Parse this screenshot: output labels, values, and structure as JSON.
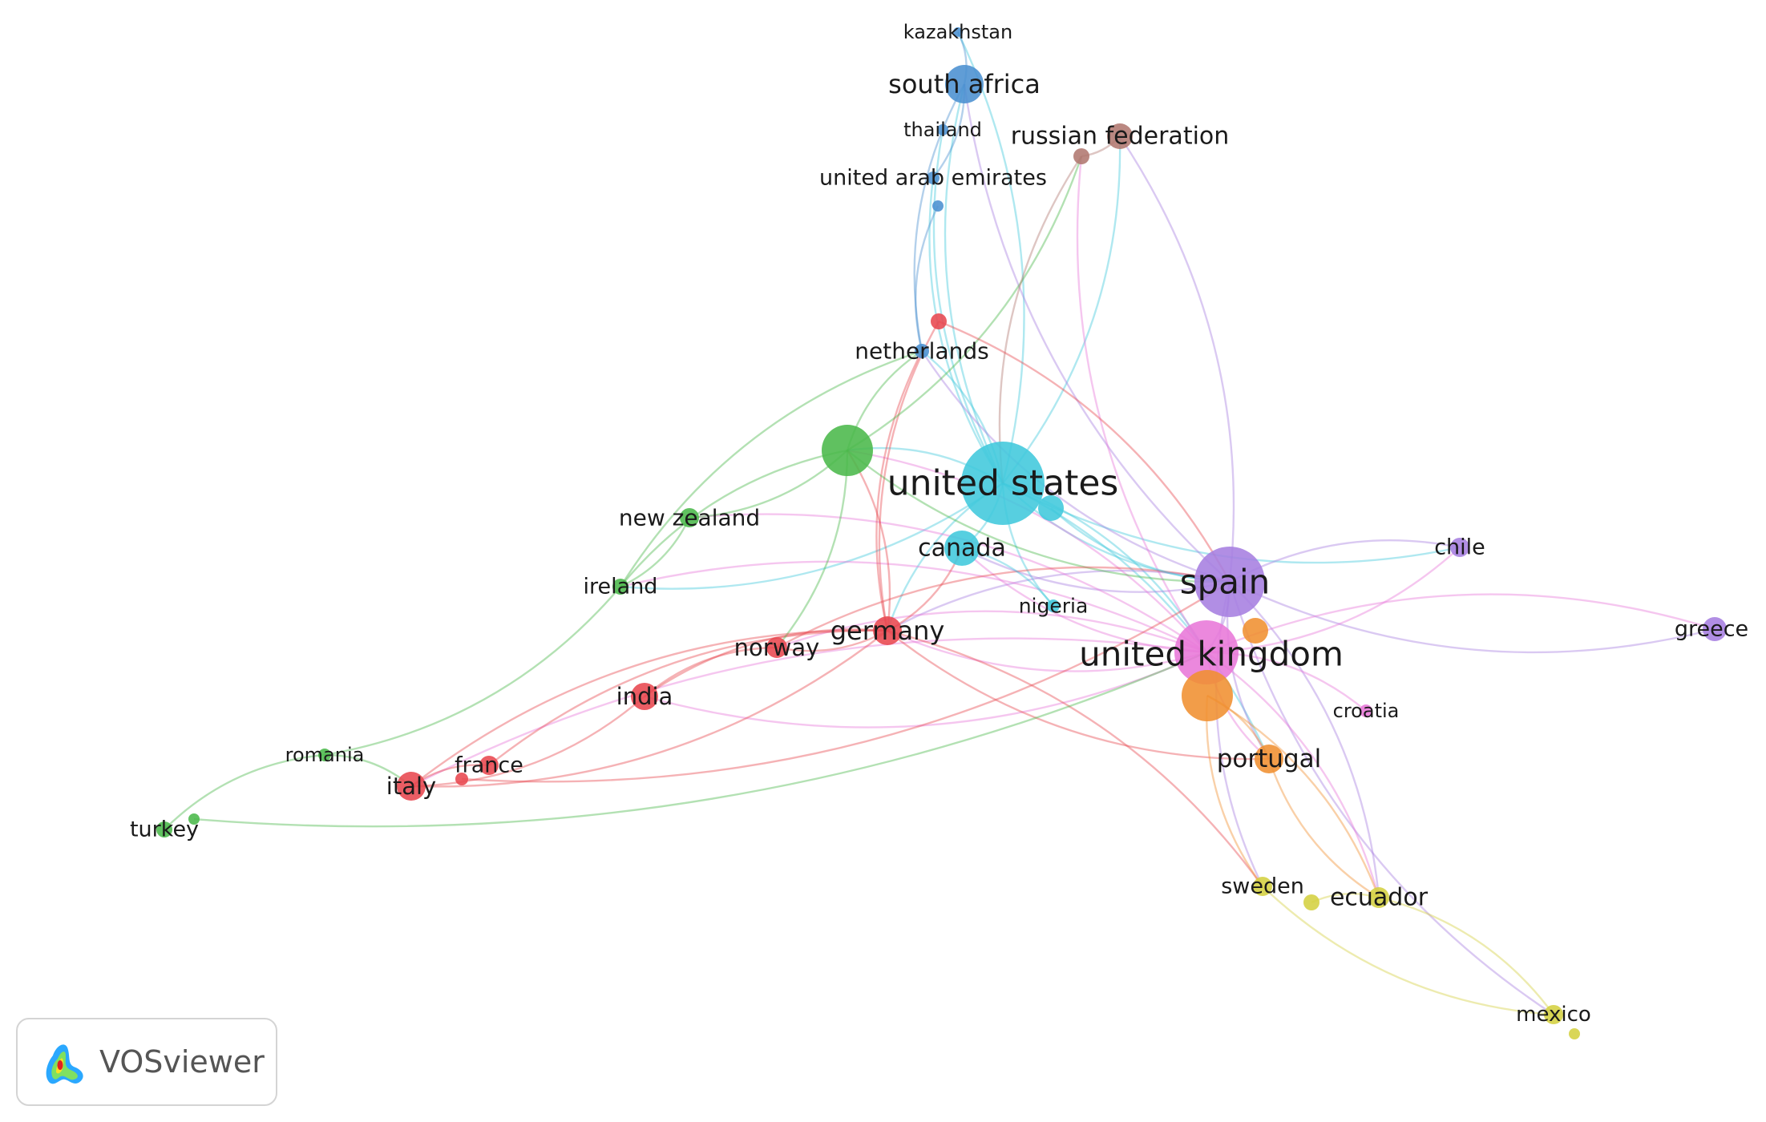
{
  "colors": {
    "red": "#e8474f",
    "green": "#4ab84a",
    "blue": "#4a90d0",
    "yellow": "#d4d040",
    "purple": "#a67ee0",
    "cyan": "#40c8dc",
    "orange": "#f09030",
    "brown": "#b07870",
    "pink": "#e878d8"
  },
  "nodes": [
    {
      "id": "kazakhstan",
      "label": "kazakhstan",
      "color": "blue"
    },
    {
      "id": "south_africa",
      "label": "south africa",
      "color": "blue"
    },
    {
      "id": "thailand",
      "label": "thailand",
      "color": "blue"
    },
    {
      "id": "uae",
      "label": "united arab emirates",
      "color": "blue"
    },
    {
      "id": "uae_dot",
      "label": "",
      "color": "blue"
    },
    {
      "id": "russia",
      "label": "russian federation",
      "color": "brown"
    },
    {
      "id": "russia_b",
      "label": "",
      "color": "brown"
    },
    {
      "id": "red_top",
      "label": "",
      "color": "red"
    },
    {
      "id": "netherlands",
      "label": "netherlands",
      "color": "blue"
    },
    {
      "id": "green_big",
      "label": "",
      "color": "green"
    },
    {
      "id": "united_states",
      "label": "united states",
      "color": "cyan"
    },
    {
      "id": "cyan_small",
      "label": "",
      "color": "cyan"
    },
    {
      "id": "new_zealand",
      "label": "new zealand",
      "color": "green"
    },
    {
      "id": "canada",
      "label": "canada",
      "color": "cyan"
    },
    {
      "id": "ireland",
      "label": "ireland",
      "color": "green"
    },
    {
      "id": "spain",
      "label": "spain",
      "color": "purple"
    },
    {
      "id": "chile",
      "label": "chile",
      "color": "purple"
    },
    {
      "id": "greece",
      "label": "greece",
      "color": "purple"
    },
    {
      "id": "nigeria",
      "label": "nigeria",
      "color": "cyan"
    },
    {
      "id": "germany",
      "label": "germany",
      "color": "red"
    },
    {
      "id": "norway",
      "label": "norway",
      "color": "red"
    },
    {
      "id": "united_kingdom",
      "label": "united kingdom",
      "color": "pink"
    },
    {
      "id": "orange_small",
      "label": "",
      "color": "orange"
    },
    {
      "id": "orange_big",
      "label": "",
      "color": "orange"
    },
    {
      "id": "india",
      "label": "india",
      "color": "red"
    },
    {
      "id": "croatia",
      "label": "croatia",
      "color": "pink"
    },
    {
      "id": "portugal",
      "label": "portugal",
      "color": "orange"
    },
    {
      "id": "romania",
      "label": "romania",
      "color": "green"
    },
    {
      "id": "france",
      "label": "france",
      "color": "red"
    },
    {
      "id": "france_b",
      "label": "",
      "color": "red"
    },
    {
      "id": "italy",
      "label": "italy",
      "color": "red"
    },
    {
      "id": "turkey",
      "label": "turkey",
      "color": "green"
    },
    {
      "id": "turkey_b",
      "label": "",
      "color": "green"
    },
    {
      "id": "sweden",
      "label": "sweden",
      "color": "yellow"
    },
    {
      "id": "yellow_mid",
      "label": "",
      "color": "yellow"
    },
    {
      "id": "ecuador",
      "label": "ecuador",
      "color": "yellow"
    },
    {
      "id": "mexico",
      "label": "mexico",
      "color": "yellow"
    },
    {
      "id": "mexico_b",
      "label": "",
      "color": "yellow"
    }
  ],
  "edges": [
    [
      "united_states",
      "spain"
    ],
    [
      "united_states",
      "united_kingdom"
    ],
    [
      "united_states",
      "germany"
    ],
    [
      "united_states",
      "canada"
    ],
    [
      "united_states",
      "green_big"
    ],
    [
      "united_states",
      "south_africa"
    ],
    [
      "united_states",
      "netherlands"
    ],
    [
      "united_states",
      "uae"
    ],
    [
      "united_states",
      "russia"
    ],
    [
      "united_states",
      "portugal"
    ],
    [
      "united_states",
      "nigeria"
    ],
    [
      "united_states",
      "ireland"
    ],
    [
      "united_states",
      "chile"
    ],
    [
      "united_states",
      "thailand"
    ],
    [
      "united_states",
      "kazakhstan"
    ],
    [
      "spain",
      "united_kingdom"
    ],
    [
      "spain",
      "greece"
    ],
    [
      "spain",
      "chile"
    ],
    [
      "spain",
      "portugal"
    ],
    [
      "spain",
      "ecuador"
    ],
    [
      "spain",
      "mexico"
    ],
    [
      "spain",
      "south_africa"
    ],
    [
      "spain",
      "russia"
    ],
    [
      "spain",
      "netherlands"
    ],
    [
      "spain",
      "germany"
    ],
    [
      "spain",
      "canada"
    ],
    [
      "spain",
      "sweden"
    ],
    [
      "united_kingdom",
      "greece"
    ],
    [
      "united_kingdom",
      "chile"
    ],
    [
      "united_kingdom",
      "germany"
    ],
    [
      "united_kingdom",
      "norway"
    ],
    [
      "united_kingdom",
      "india"
    ],
    [
      "united_kingdom",
      "ireland"
    ],
    [
      "united_kingdom",
      "croatia"
    ],
    [
      "united_kingdom",
      "portugal"
    ],
    [
      "united_kingdom",
      "ecuador"
    ],
    [
      "united_kingdom",
      "italy"
    ],
    [
      "united_kingdom",
      "canada"
    ],
    [
      "united_kingdom",
      "green_big"
    ],
    [
      "united_kingdom",
      "russia_b"
    ],
    [
      "united_kingdom",
      "new_zealand"
    ],
    [
      "germany",
      "norway"
    ],
    [
      "germany",
      "india"
    ],
    [
      "germany",
      "italy"
    ],
    [
      "germany",
      "france"
    ],
    [
      "germany",
      "red_top"
    ],
    [
      "germany",
      "green_big"
    ],
    [
      "germany",
      "sweden"
    ],
    [
      "germany",
      "portugal"
    ],
    [
      "germany",
      "netherlands"
    ],
    [
      "germany",
      "canada"
    ],
    [
      "green_big",
      "new_zealand"
    ],
    [
      "green_big",
      "ireland"
    ],
    [
      "green_big",
      "netherlands"
    ],
    [
      "green_big",
      "russia_b"
    ],
    [
      "green_big",
      "norway"
    ],
    [
      "green_big",
      "spain"
    ],
    [
      "ireland",
      "romania"
    ],
    [
      "ireland",
      "new_zealand"
    ],
    [
      "ireland",
      "netherlands"
    ],
    [
      "romania",
      "turkey"
    ],
    [
      "romania",
      "italy"
    ],
    [
      "turkey_b",
      "united_kingdom"
    ],
    [
      "italy",
      "france"
    ],
    [
      "italy",
      "india"
    ],
    [
      "italy",
      "germany"
    ],
    [
      "norway",
      "india"
    ],
    [
      "norway",
      "spain"
    ],
    [
      "france_b",
      "spain"
    ],
    [
      "orange_big",
      "ecuador"
    ],
    [
      "orange_big",
      "sweden"
    ],
    [
      "orange_big",
      "portugal"
    ],
    [
      "portugal",
      "ecuador"
    ],
    [
      "ecuador",
      "mexico"
    ],
    [
      "sweden",
      "mexico"
    ],
    [
      "yellow_mid",
      "ecuador"
    ],
    [
      "south_africa",
      "kazakhstan"
    ],
    [
      "south_africa",
      "uae"
    ],
    [
      "south_africa",
      "netherlands"
    ],
    [
      "russia",
      "russia_b"
    ],
    [
      "russia_b",
      "united_states"
    ],
    [
      "red_top",
      "spain"
    ],
    [
      "uae_dot",
      "netherlands"
    ],
    [
      "canada",
      "nigeria"
    ],
    [
      "cyan_small",
      "spain"
    ]
  ],
  "logo": {
    "text": "VOSviewer"
  }
}
